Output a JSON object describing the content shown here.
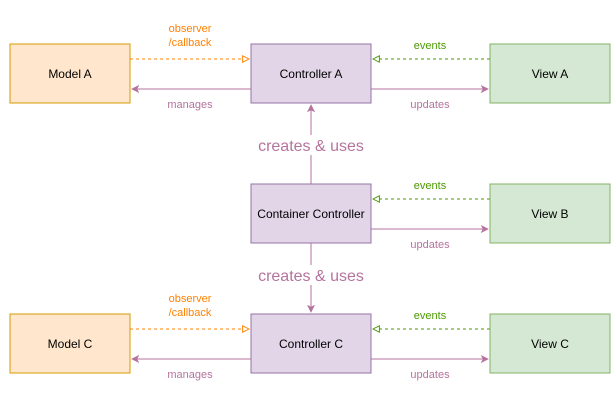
{
  "colors": {
    "model_fill": "#ffe6cc",
    "model_stroke": "#d79b00",
    "controller_fill": "#e1d5e7",
    "controller_stroke": "#9673a6",
    "view_fill": "#d5e8d4",
    "view_stroke": "#82b366",
    "observer_color": "#ff8000",
    "events_color": "#4d9900",
    "manages_color": "#b5739d",
    "creates_color": "#b5739d"
  },
  "nodes": {
    "model_a": "Model A",
    "controller_a": "Controller A",
    "view_a": "View A",
    "container_controller": "Container Controller",
    "view_b": "View B",
    "model_c": "Model C",
    "controller_c": "Controller C",
    "view_c": "View C"
  },
  "edge_labels": {
    "observer_line1": "observer",
    "observer_line2": "/callback",
    "events": "events",
    "manages": "manages",
    "updates": "updates",
    "creates_uses": "creates & uses"
  }
}
